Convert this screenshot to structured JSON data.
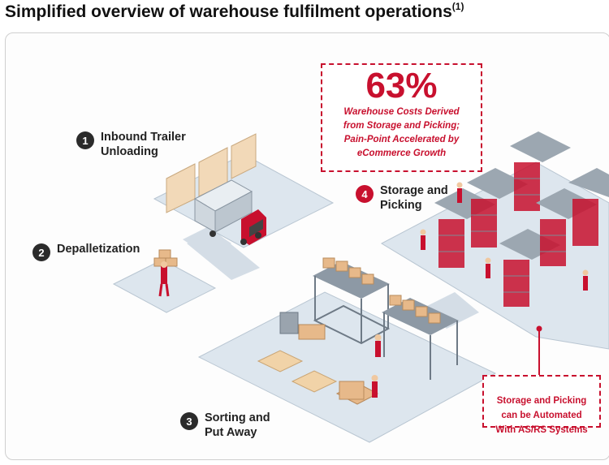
{
  "title": "Simplified overview of warehouse fulfilment operations",
  "title_footnote": "(1)",
  "steps": [
    {
      "number": "1",
      "label": "Inbound Trailer\nUnloading"
    },
    {
      "number": "2",
      "label": "Depalletization"
    },
    {
      "number": "3",
      "label": "Sorting and\nPut Away"
    },
    {
      "number": "4",
      "label": "Storage and\nPicking"
    }
  ],
  "callout_costs": {
    "percent": "63%",
    "text": "Warehouse Costs Derived\nfrom Storage and Picking;\nPain-Point Accelerated by\neCommerce Growth"
  },
  "callout_automation": {
    "text": "Storage and Picking\ncan be Automated\nWith AS/RS Systems"
  },
  "colors": {
    "accent_red": "#c8102e",
    "floor": "#dde6ee",
    "floor_edge": "#b9c6d2",
    "rack": "#7d8a96",
    "box": "#e7b98a"
  }
}
